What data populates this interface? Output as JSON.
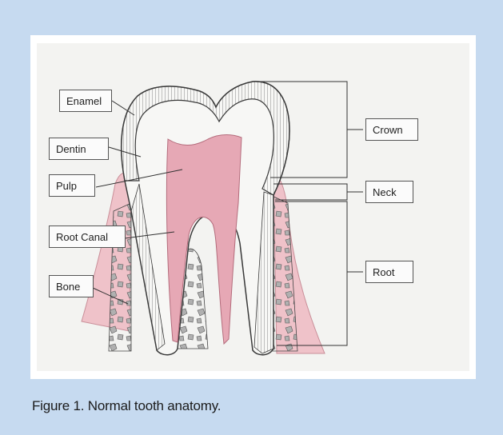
{
  "diagram": {
    "labels": {
      "enamel": "Enamel",
      "dentin": "Dentin",
      "pulp": "Pulp",
      "root_canal": "Root Canal",
      "bone": "Bone",
      "crown": "Crown",
      "neck": "Neck",
      "root": "Root"
    }
  },
  "caption": "Figure 1. Normal tooth anatomy.",
  "colors": {
    "page_background": "#c6daf0",
    "pulp": "#e7a9b6",
    "gum": "#edb8c1",
    "bone": "#b3b3b3",
    "enamel_stroke": "#444444"
  }
}
